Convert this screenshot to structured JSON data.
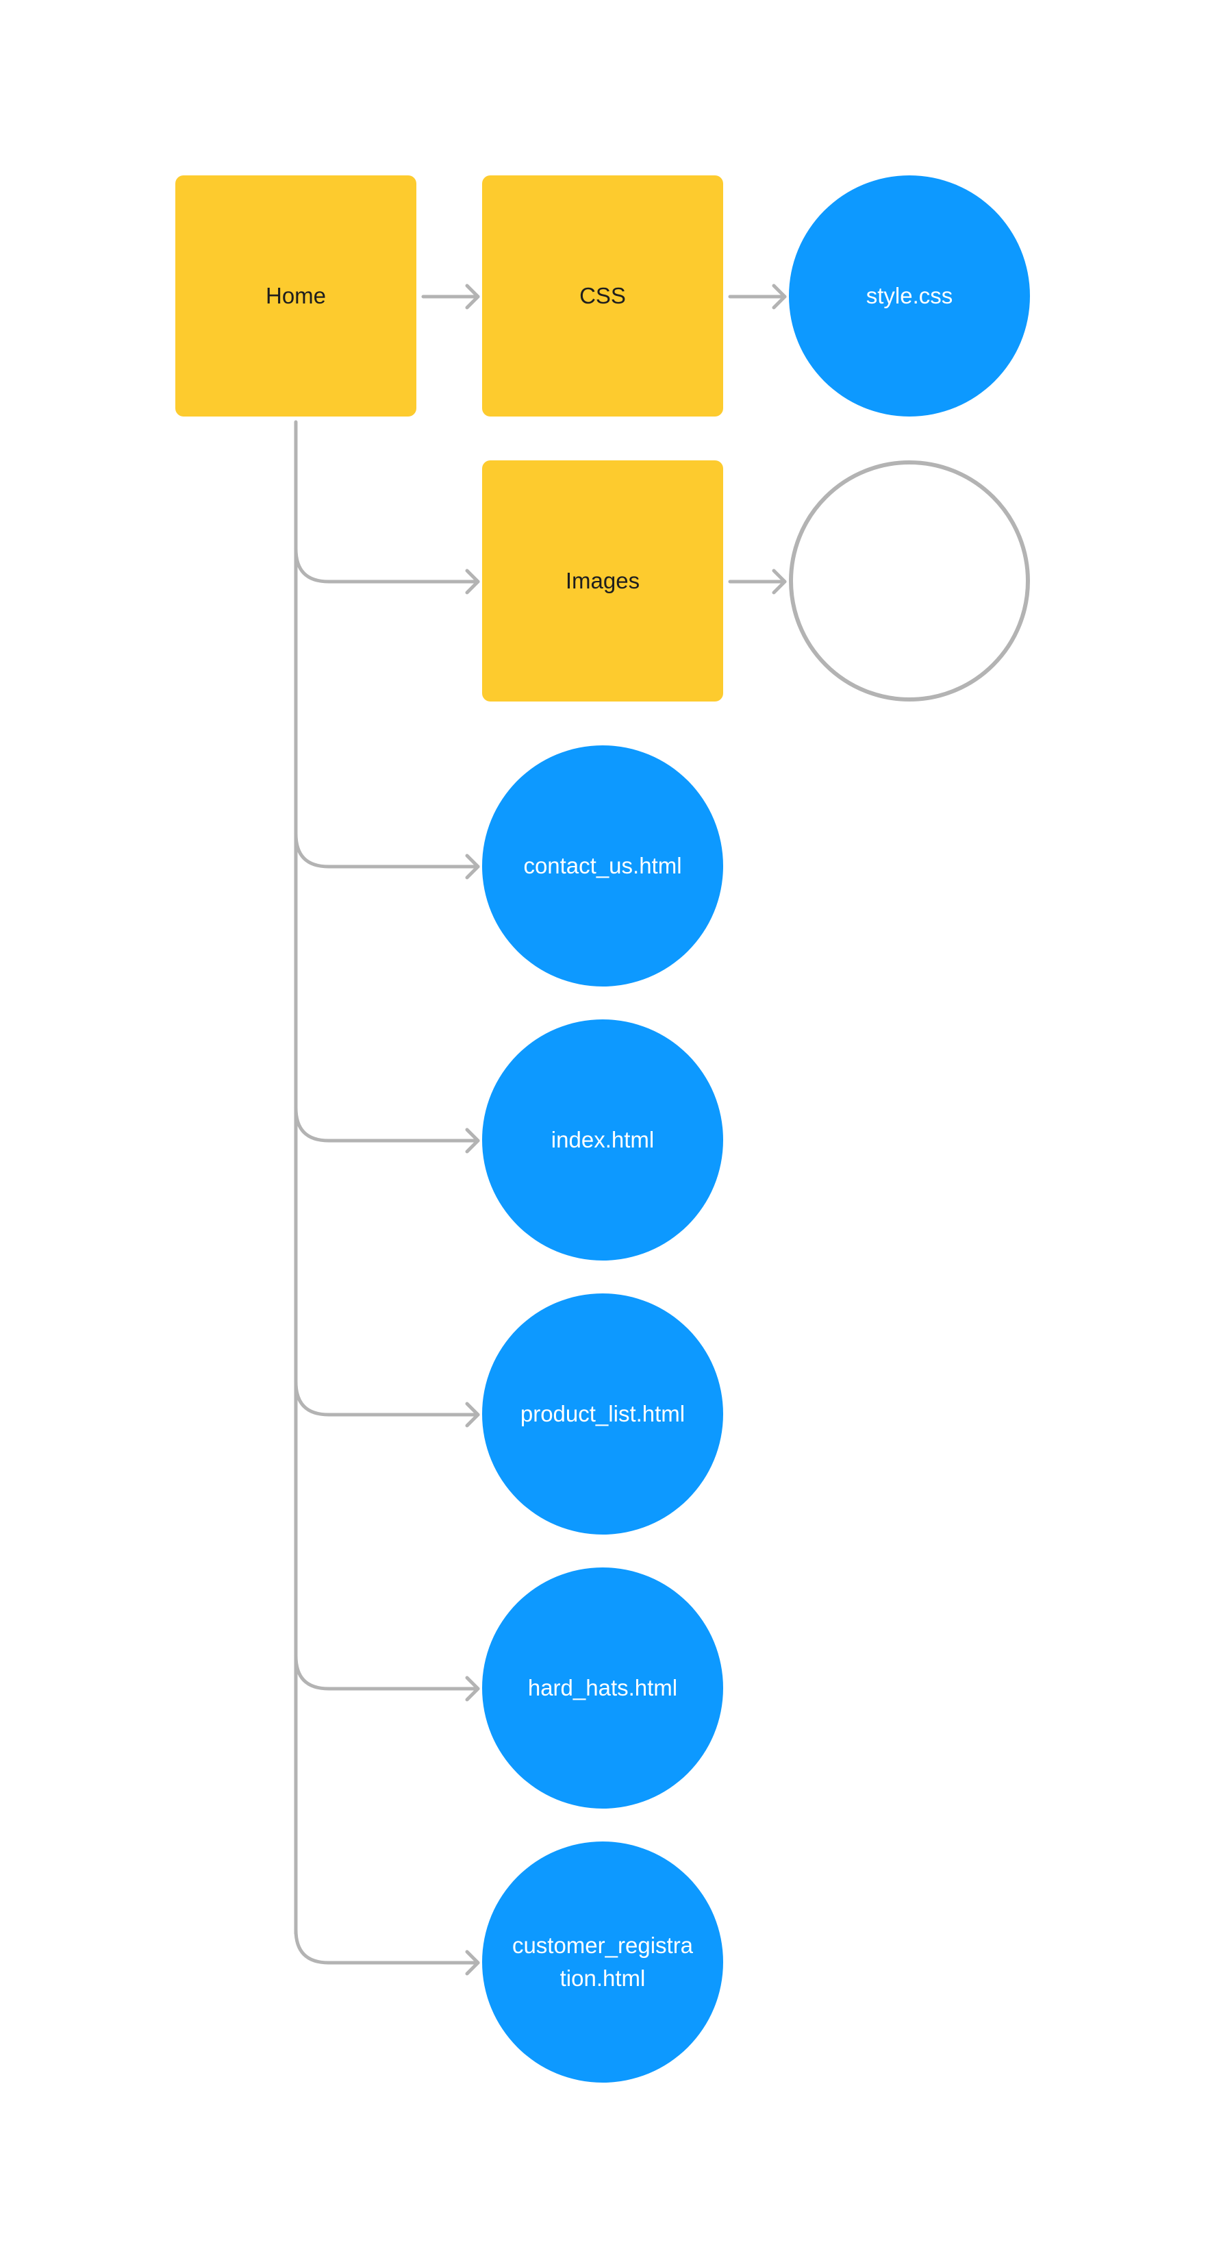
{
  "colors": {
    "folder": "#FDCB2E",
    "file": "#0D99FF",
    "connector": "#B3B3B3",
    "folder_text": "#1E1E1E",
    "file_text": "#FFFFFF"
  },
  "nodes": {
    "home": "Home",
    "css": "CSS",
    "style_css": "style.css",
    "images": "Images",
    "contact_us": "contact_us.html",
    "index": "index.html",
    "product_list": "product_list.html",
    "hard_hats": "hard_hats.html",
    "customer_registration": "customer_registration.html"
  }
}
